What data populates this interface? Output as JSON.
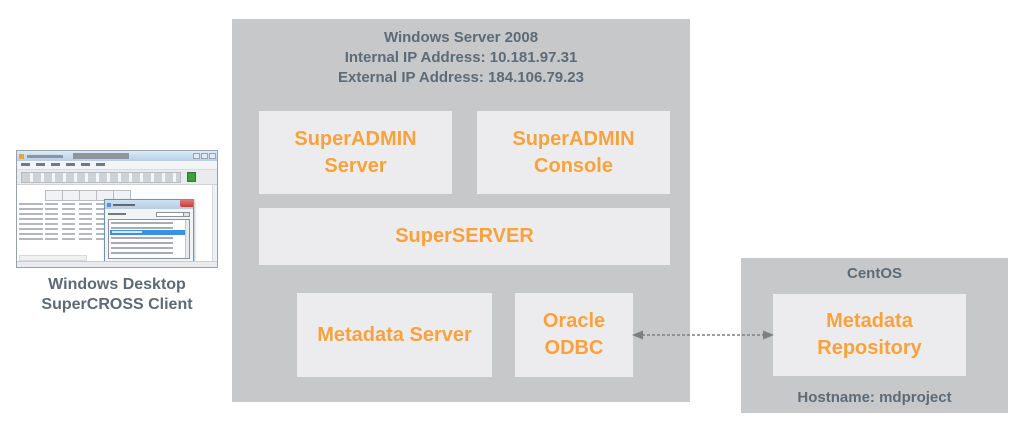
{
  "colors": {
    "accent_orange": "#F9A23C",
    "label_slate": "#5D6B77",
    "container_gray": "#C7C8CA",
    "box_gray": "#ECECEE",
    "arrow_gray": "#7F7F7F"
  },
  "client": {
    "caption_line1": "Windows Desktop",
    "caption_line2": "SuperCROSS Client"
  },
  "server_group": {
    "title": "Windows Server 2008",
    "internal_ip": "Internal IP Address: 10.181.97.31",
    "external_ip": "External IP Address: 184.106.79.23",
    "boxes": [
      {
        "id": "superadmin-server",
        "lines": [
          "SuperADMIN",
          "Server"
        ]
      },
      {
        "id": "superadmin-console",
        "lines": [
          "SuperADMIN",
          "Console"
        ]
      },
      {
        "id": "superserver",
        "lines": [
          "SuperSERVER"
        ]
      },
      {
        "id": "metadata-server",
        "lines": [
          "Metadata Server"
        ]
      },
      {
        "id": "oracle-odbc",
        "lines": [
          "Oracle",
          "ODBC"
        ]
      }
    ]
  },
  "centos_group": {
    "title": "CentOS",
    "box": {
      "id": "metadata-repository",
      "lines": [
        "Metadata",
        "Repository"
      ]
    },
    "hostname": "Hostname: mdproject"
  },
  "connection": {
    "style": "dashed-double-arrow",
    "between": [
      "Oracle ODBC",
      "Metadata Repository"
    ]
  }
}
